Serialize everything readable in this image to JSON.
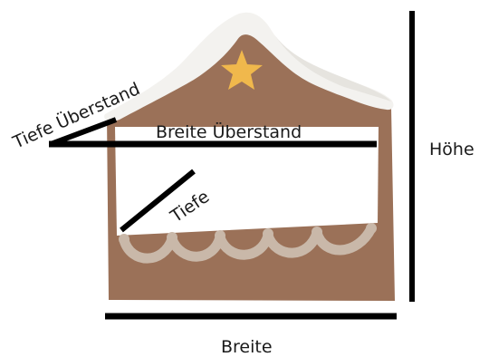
{
  "labels": {
    "tiefe_ueberstand": "Tiefe Überstand",
    "breite_ueberstand": "Breite Überstand",
    "tiefe": "Tiefe",
    "hoehe": "Höhe",
    "breite": "Breite"
  },
  "colors": {
    "gingerbread": "#9b7158",
    "gingerbread_dark": "#8c634c",
    "snow": "#f3f2ef",
    "snow_shadow": "#e6e4df",
    "star": "#f0b84c",
    "opening": "#ffffff",
    "garland": "#c9b8a9",
    "dimension_line": "#000000"
  },
  "icons": {
    "star": "star-icon"
  }
}
